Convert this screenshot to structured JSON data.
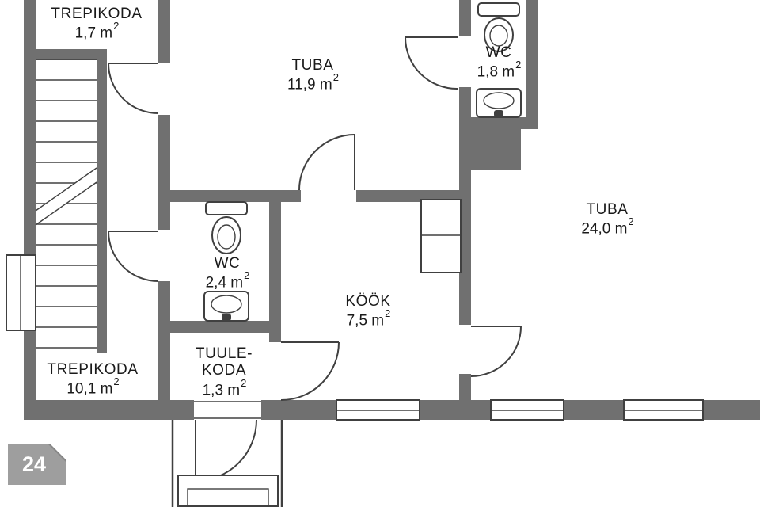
{
  "colors": {
    "wall": "#707070",
    "line": "#404040",
    "text": "#1a1a1a",
    "badge_bg": "#9e9e9e",
    "badge_text": "#ffffff"
  },
  "page_badge": "24",
  "rooms": [
    {
      "name": "TREPIKODA",
      "area": "1,7 m",
      "sup": "2"
    },
    {
      "name": "TUBA",
      "area": "11,9 m",
      "sup": "2"
    },
    {
      "name": "WC",
      "area": "1,8 m",
      "sup": "2"
    },
    {
      "name": "TUBA",
      "area": "24,0 m",
      "sup": "2"
    },
    {
      "name": "WC",
      "area": "2,4 m",
      "sup": "2"
    },
    {
      "name": "KÖÖK",
      "area": "7,5 m",
      "sup": "2"
    },
    {
      "name": "TREPIKODA",
      "area": "10,1 m",
      "sup": "2"
    },
    {
      "name": "TUULE-",
      "name2": "KODA",
      "area": "1,3 m",
      "sup": "2"
    }
  ],
  "icons": {
    "toilet": "toilet-icon",
    "sink": "sink-icon",
    "stairs": "stairs-icon",
    "door_swing": "door-swing-icon",
    "window": "window-icon",
    "fold_corner": "fold-corner-icon"
  }
}
